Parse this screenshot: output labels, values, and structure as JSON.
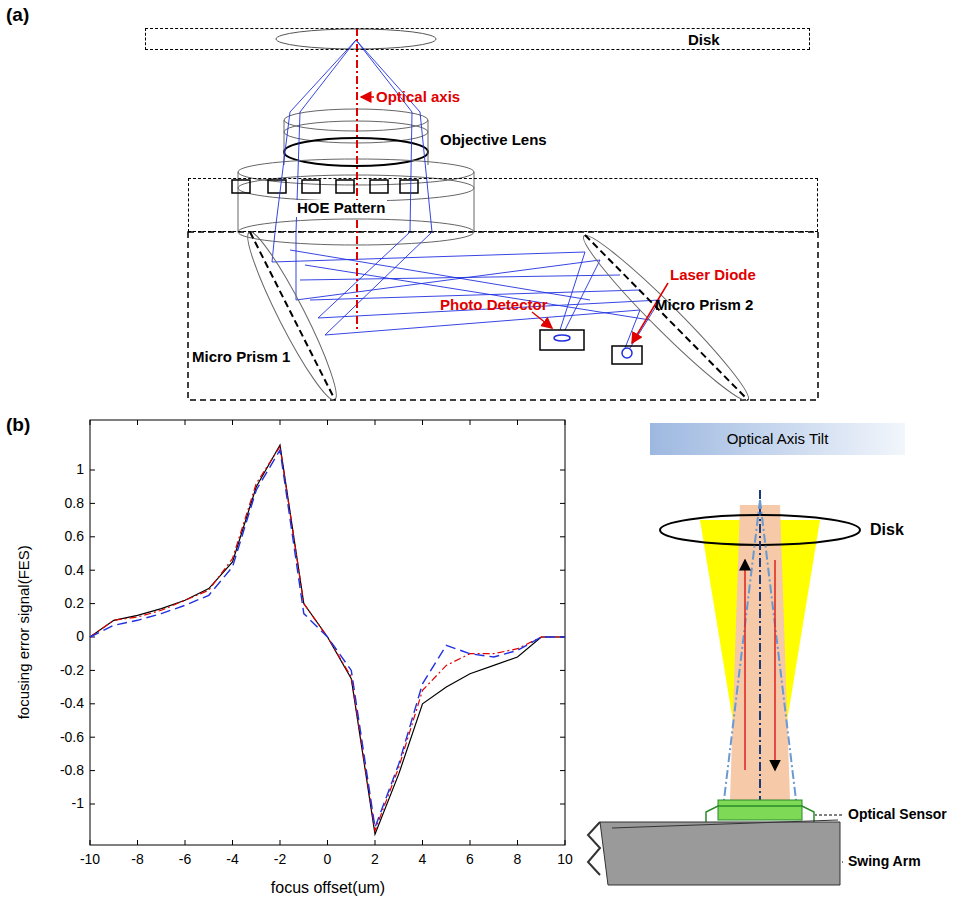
{
  "diagram": {
    "nodes": [
      {
        "text": [
          "Disk"
        ]
      },
      {
        "text": [
          "HOE Pattern"
        ]
      },
      {
        "text": [
          "Optical Axis Tilt"
        ]
      }
    ],
    "labels": [
      "(a)",
      "Optical axis",
      "Objective Lens",
      "Micro Prism 2",
      "Laser Diode",
      "Photo Detector",
      "Micro Prism 1",
      "(b)",
      "1",
      "0.8",
      "0.6",
      "0.4",
      "0.2",
      "0",
      "-0.2",
      "-0.4",
      "-0.6",
      "-0.8",
      "-1",
      "-10",
      "-8",
      "-6",
      "-4",
      "-2",
      "0",
      "2",
      "4",
      "6",
      "8",
      "10",
      "focusing error signal(FES)",
      "focus offset(um)",
      "Disk",
      "Optical Sensor",
      "Swing Arm"
    ]
  }
}
